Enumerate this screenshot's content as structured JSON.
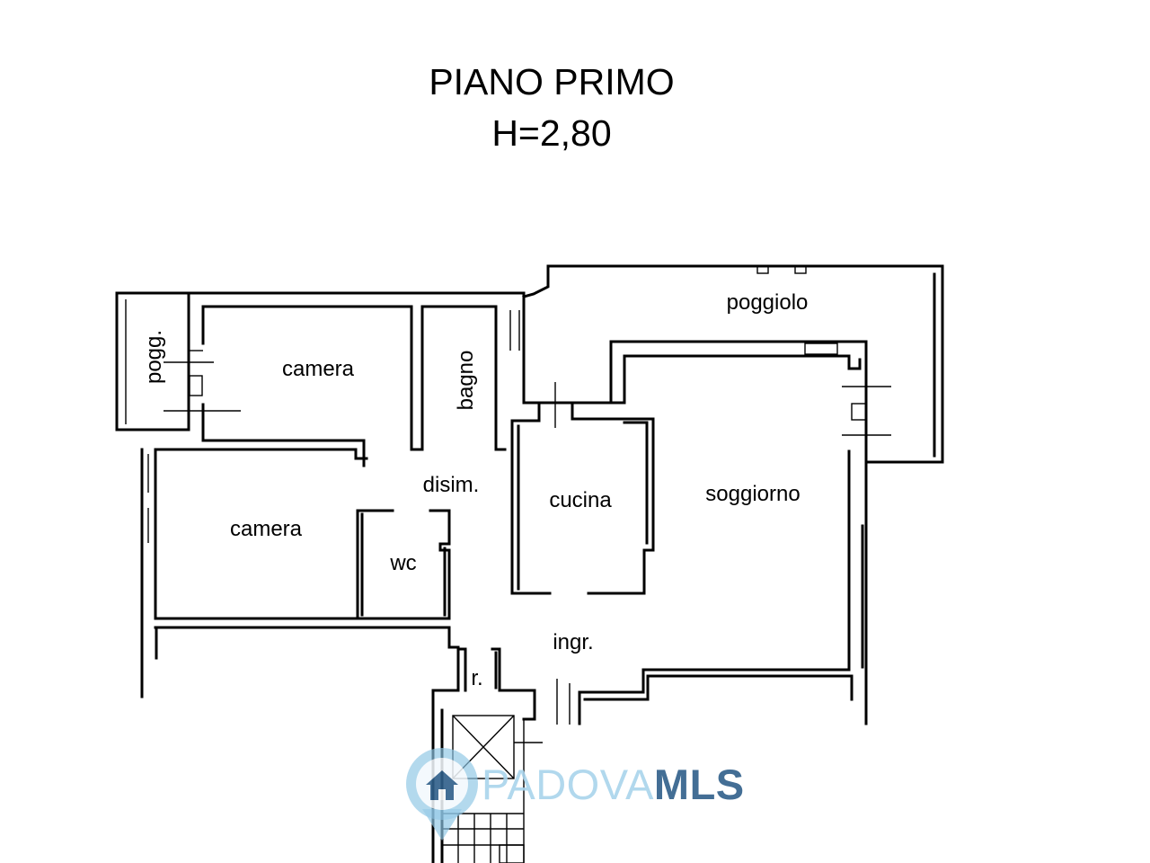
{
  "title": {
    "line1": "PIANO PRIMO",
    "line2": "H=2,80"
  },
  "rooms": {
    "pogg": "pogg.",
    "camera_top": "camera",
    "bagno": "bagno",
    "poggiolo": "poggiolo",
    "disim": "disim.",
    "cucina": "cucina",
    "soggiorno": "soggiorno",
    "camera_bottom": "camera",
    "wc": "wc",
    "ingr": "ingr.",
    "ripostiglio": "r."
  },
  "watermark": {
    "brand_part1": "PADOVA",
    "brand_part2": "MLS",
    "icon": "house-pin-icon",
    "colors": {
      "part1": "#a9d4ec",
      "part2": "#2f5f8a",
      "pin": "#8fc7e6",
      "house": "#2f5f8a"
    }
  }
}
